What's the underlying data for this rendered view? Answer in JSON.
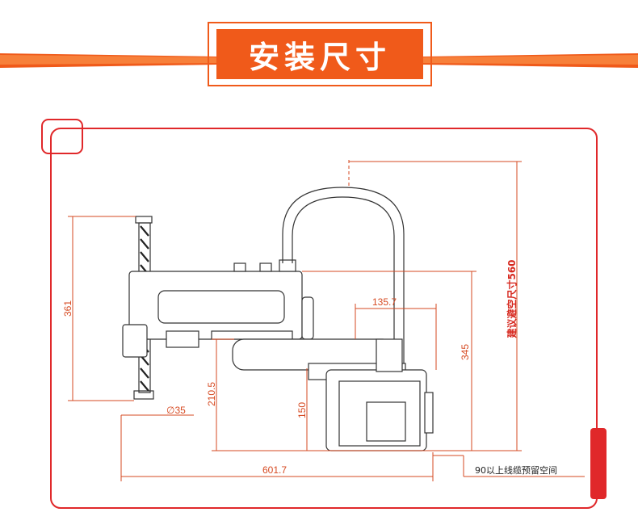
{
  "header": {
    "title": "安装尺寸"
  },
  "dimensions": {
    "total_height": "361",
    "shaft_diameter": "∅35",
    "base_height_left": "210.5",
    "base_height_inner": "150",
    "arm_offset": "135.7",
    "arm_height": "345",
    "clearance_height": "建议避空尺寸560",
    "total_length": "601.7",
    "cable_note": "90以上线缆预留空间"
  },
  "colors": {
    "accent": "#f05a1a",
    "frame": "#e0282a",
    "dimension": "#d64a22",
    "outline": "#333333"
  }
}
